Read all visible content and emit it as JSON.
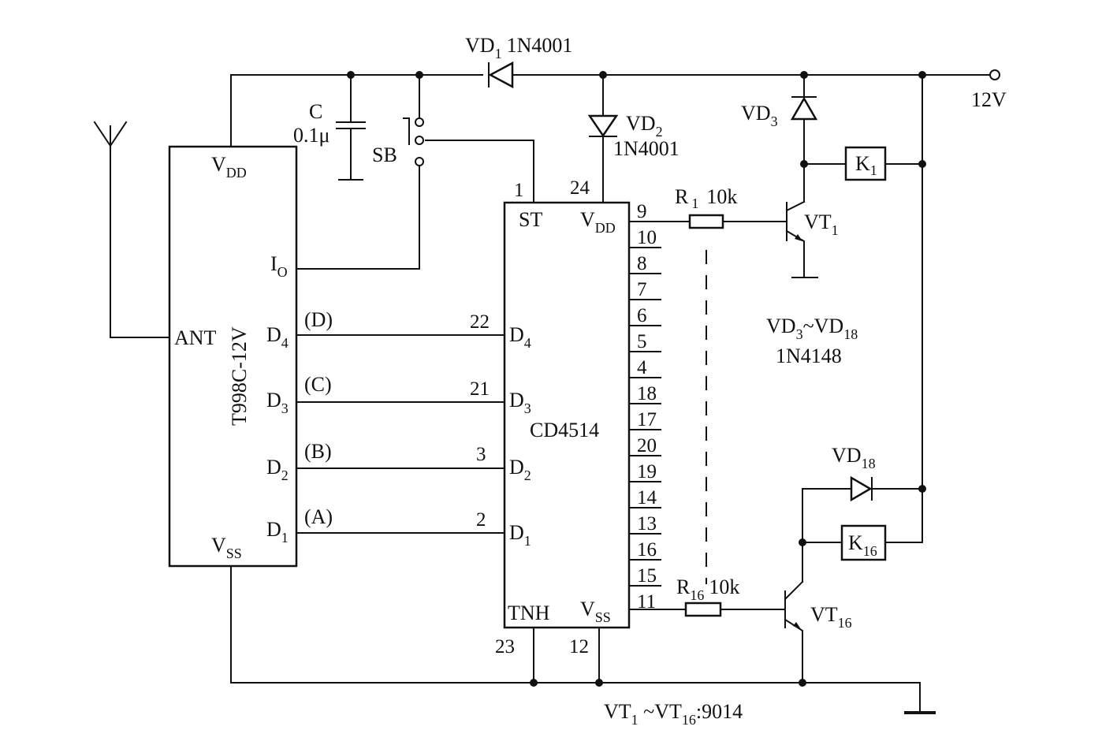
{
  "supply": {
    "voltage": "12V"
  },
  "receiver": {
    "part": "T998C-12V",
    "pins": {
      "vdd": "V",
      "vdd_sub": "DD",
      "io": "I",
      "io_sub": "O",
      "ant": "ANT",
      "d4": "D",
      "d4_sub": "4",
      "d3": "D",
      "d3_sub": "3",
      "d2": "D",
      "d2_sub": "2",
      "d1": "D",
      "d1_sub": "1",
      "vss": "V",
      "vss_sub": "SS"
    },
    "bits": [
      "(D)",
      "(C)",
      "(B)",
      "(A)"
    ]
  },
  "decoder": {
    "part": "CD4514",
    "pins": {
      "st": "ST",
      "vdd": "V",
      "vdd_sub": "DD",
      "tnh": "TNH",
      "vss": "V",
      "vss_sub": "SS",
      "d4": "D",
      "d4_sub": "4",
      "d3": "D",
      "d3_sub": "3",
      "d2": "D",
      "d2_sub": "2",
      "d1": "D",
      "d1_sub": "1"
    },
    "pin_numbers": {
      "st": "1",
      "vdd": "24",
      "d4": "22",
      "d3": "21",
      "d2": "3",
      "d1": "2",
      "tnh": "23",
      "vss": "12"
    },
    "outputs": [
      "9",
      "10",
      "8",
      "7",
      "6",
      "5",
      "4",
      "18",
      "17",
      "20",
      "19",
      "14",
      "13",
      "16",
      "15",
      "11"
    ]
  },
  "components": {
    "c": {
      "name": "C",
      "value": "0.1μ"
    },
    "sb": {
      "name": "SB"
    },
    "vd1": {
      "name": "VD",
      "sub": "1",
      "part": "1N4001"
    },
    "vd2": {
      "name": "VD",
      "sub": "2",
      "part": "1N4001"
    },
    "vd3": {
      "name": "VD",
      "sub": "3"
    },
    "vd18": {
      "name": "VD",
      "sub": "18"
    },
    "k1": {
      "name": "K",
      "sub": "1"
    },
    "k16": {
      "name": "K",
      "sub": "16"
    },
    "r1": {
      "name": "R",
      "sub": "1",
      "value": "10k"
    },
    "r16": {
      "name": "R",
      "sub": "16",
      "value": "10k"
    },
    "vt1": {
      "name": "VT",
      "sub": "1"
    },
    "vt16": {
      "name": "VT",
      "sub": "16"
    }
  },
  "notes": {
    "diodes": {
      "a": "VD",
      "a_sub": "3",
      "sep": "~VD",
      "b_sub": "18",
      "part": "1N4148"
    },
    "transistors": {
      "a": "VT",
      "a_sub": "1",
      "sep": " ~VT",
      "b_sub": "16",
      "part": ":9014"
    }
  }
}
